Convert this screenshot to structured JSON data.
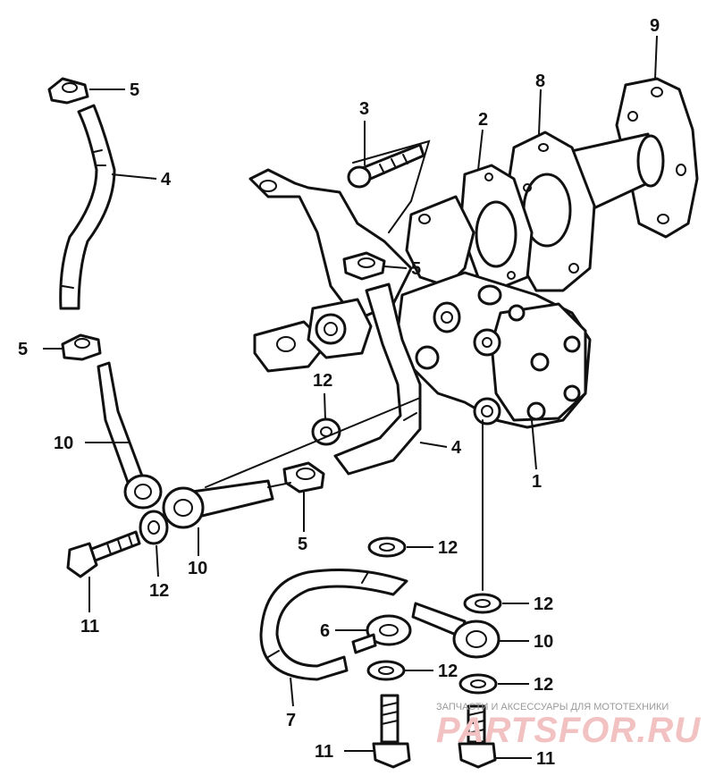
{
  "callouts": {
    "c1": "1",
    "c2": "2",
    "c3": "3",
    "c4a": "4",
    "c4b": "4",
    "c5a": "5",
    "c5b": "5",
    "c5c": "5",
    "c5d": "5",
    "c6": "6",
    "c7": "7",
    "c8": "8",
    "c9": "9",
    "c10a": "10",
    "c10b": "10",
    "c10c": "10",
    "c11a": "11",
    "c11b": "11",
    "c11c": "11",
    "c12a": "12",
    "c12b": "12",
    "c12c": "12",
    "c12d": "12",
    "c12e": "12",
    "c12f": "12"
  },
  "watermark": {
    "tagline": "ЗАПЧАСТИ И АКСЕССУАРЫ ДЛЯ МОТОТЕХНИКИ",
    "logo": "PARTSFOR.RU"
  },
  "colors": {
    "ink": "#111111",
    "watermark_logo": "#f2c2c2",
    "watermark_text": "#9a9a9a"
  }
}
